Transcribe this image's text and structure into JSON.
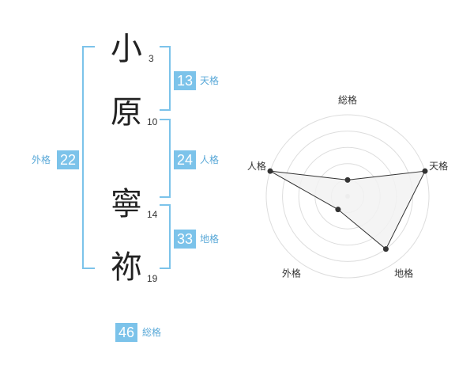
{
  "name": {
    "characters": [
      {
        "char": "小",
        "strokes": "3"
      },
      {
        "char": "原",
        "strokes": "10"
      },
      {
        "char": "寧",
        "strokes": "14"
      },
      {
        "char": "祢",
        "strokes": "19"
      }
    ]
  },
  "fortunes": {
    "tenkaku": {
      "value": "13",
      "label": "天格"
    },
    "jinkaku": {
      "value": "24",
      "label": "人格"
    },
    "chikaku": {
      "value": "33",
      "label": "地格"
    },
    "gaikaku": {
      "value": "22",
      "label": "外格"
    },
    "soukaku": {
      "value": "46",
      "label": "総格"
    }
  },
  "colors": {
    "accent": "#7cc3ea",
    "accent_text": "#5aa9d8",
    "radar_fill": "#f2f2f2",
    "radar_line": "#333333",
    "ring": "#dddddd"
  },
  "chart_data": {
    "type": "radar",
    "axes": [
      "総格",
      "天格",
      "地格",
      "外格",
      "人格"
    ],
    "values": [
      1,
      5,
      4,
      1,
      5
    ],
    "range": [
      0,
      5
    ],
    "grid": true
  }
}
